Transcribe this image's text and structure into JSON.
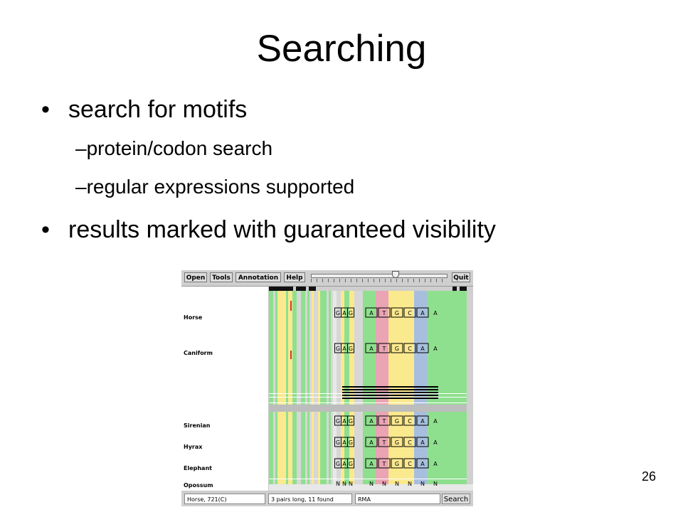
{
  "slide": {
    "title": "Searching",
    "bullets": [
      {
        "text": "search for motifs",
        "subs": [
          "protein/codon search",
          "regular expressions supported"
        ]
      },
      {
        "text": "results marked with guaranteed visibility",
        "subs": []
      }
    ],
    "bullet_glyph": "•",
    "sub_glyph": "–",
    "page_number": "26"
  },
  "app": {
    "toolbar": {
      "open": "Open",
      "tools": "Tools",
      "annotation": "Annotation",
      "help": "Help",
      "quit": "Quit"
    },
    "species": [
      "Horse",
      "Caniform",
      "Sirenian",
      "Hyrax",
      "Elephant",
      "Opossum"
    ],
    "motif_rows": {
      "full": [
        "G",
        "A",
        "G",
        "A",
        "T",
        "G",
        "C",
        "A",
        "A"
      ],
      "opossum": [
        "N",
        "N",
        "N",
        "N",
        "N",
        "N",
        "N",
        "N",
        "N"
      ]
    },
    "status": {
      "position": "Horse, 721(C)",
      "result": "3 pairs long, 11 found",
      "query": "RMA",
      "search_button": "Search"
    },
    "colors": {
      "A": "#8ee08e",
      "C": "#a8bedf",
      "G": "#fbe98e",
      "T": "#eaa4b4",
      "gap": "#d7d7d7",
      "marker": "#e03030"
    }
  }
}
